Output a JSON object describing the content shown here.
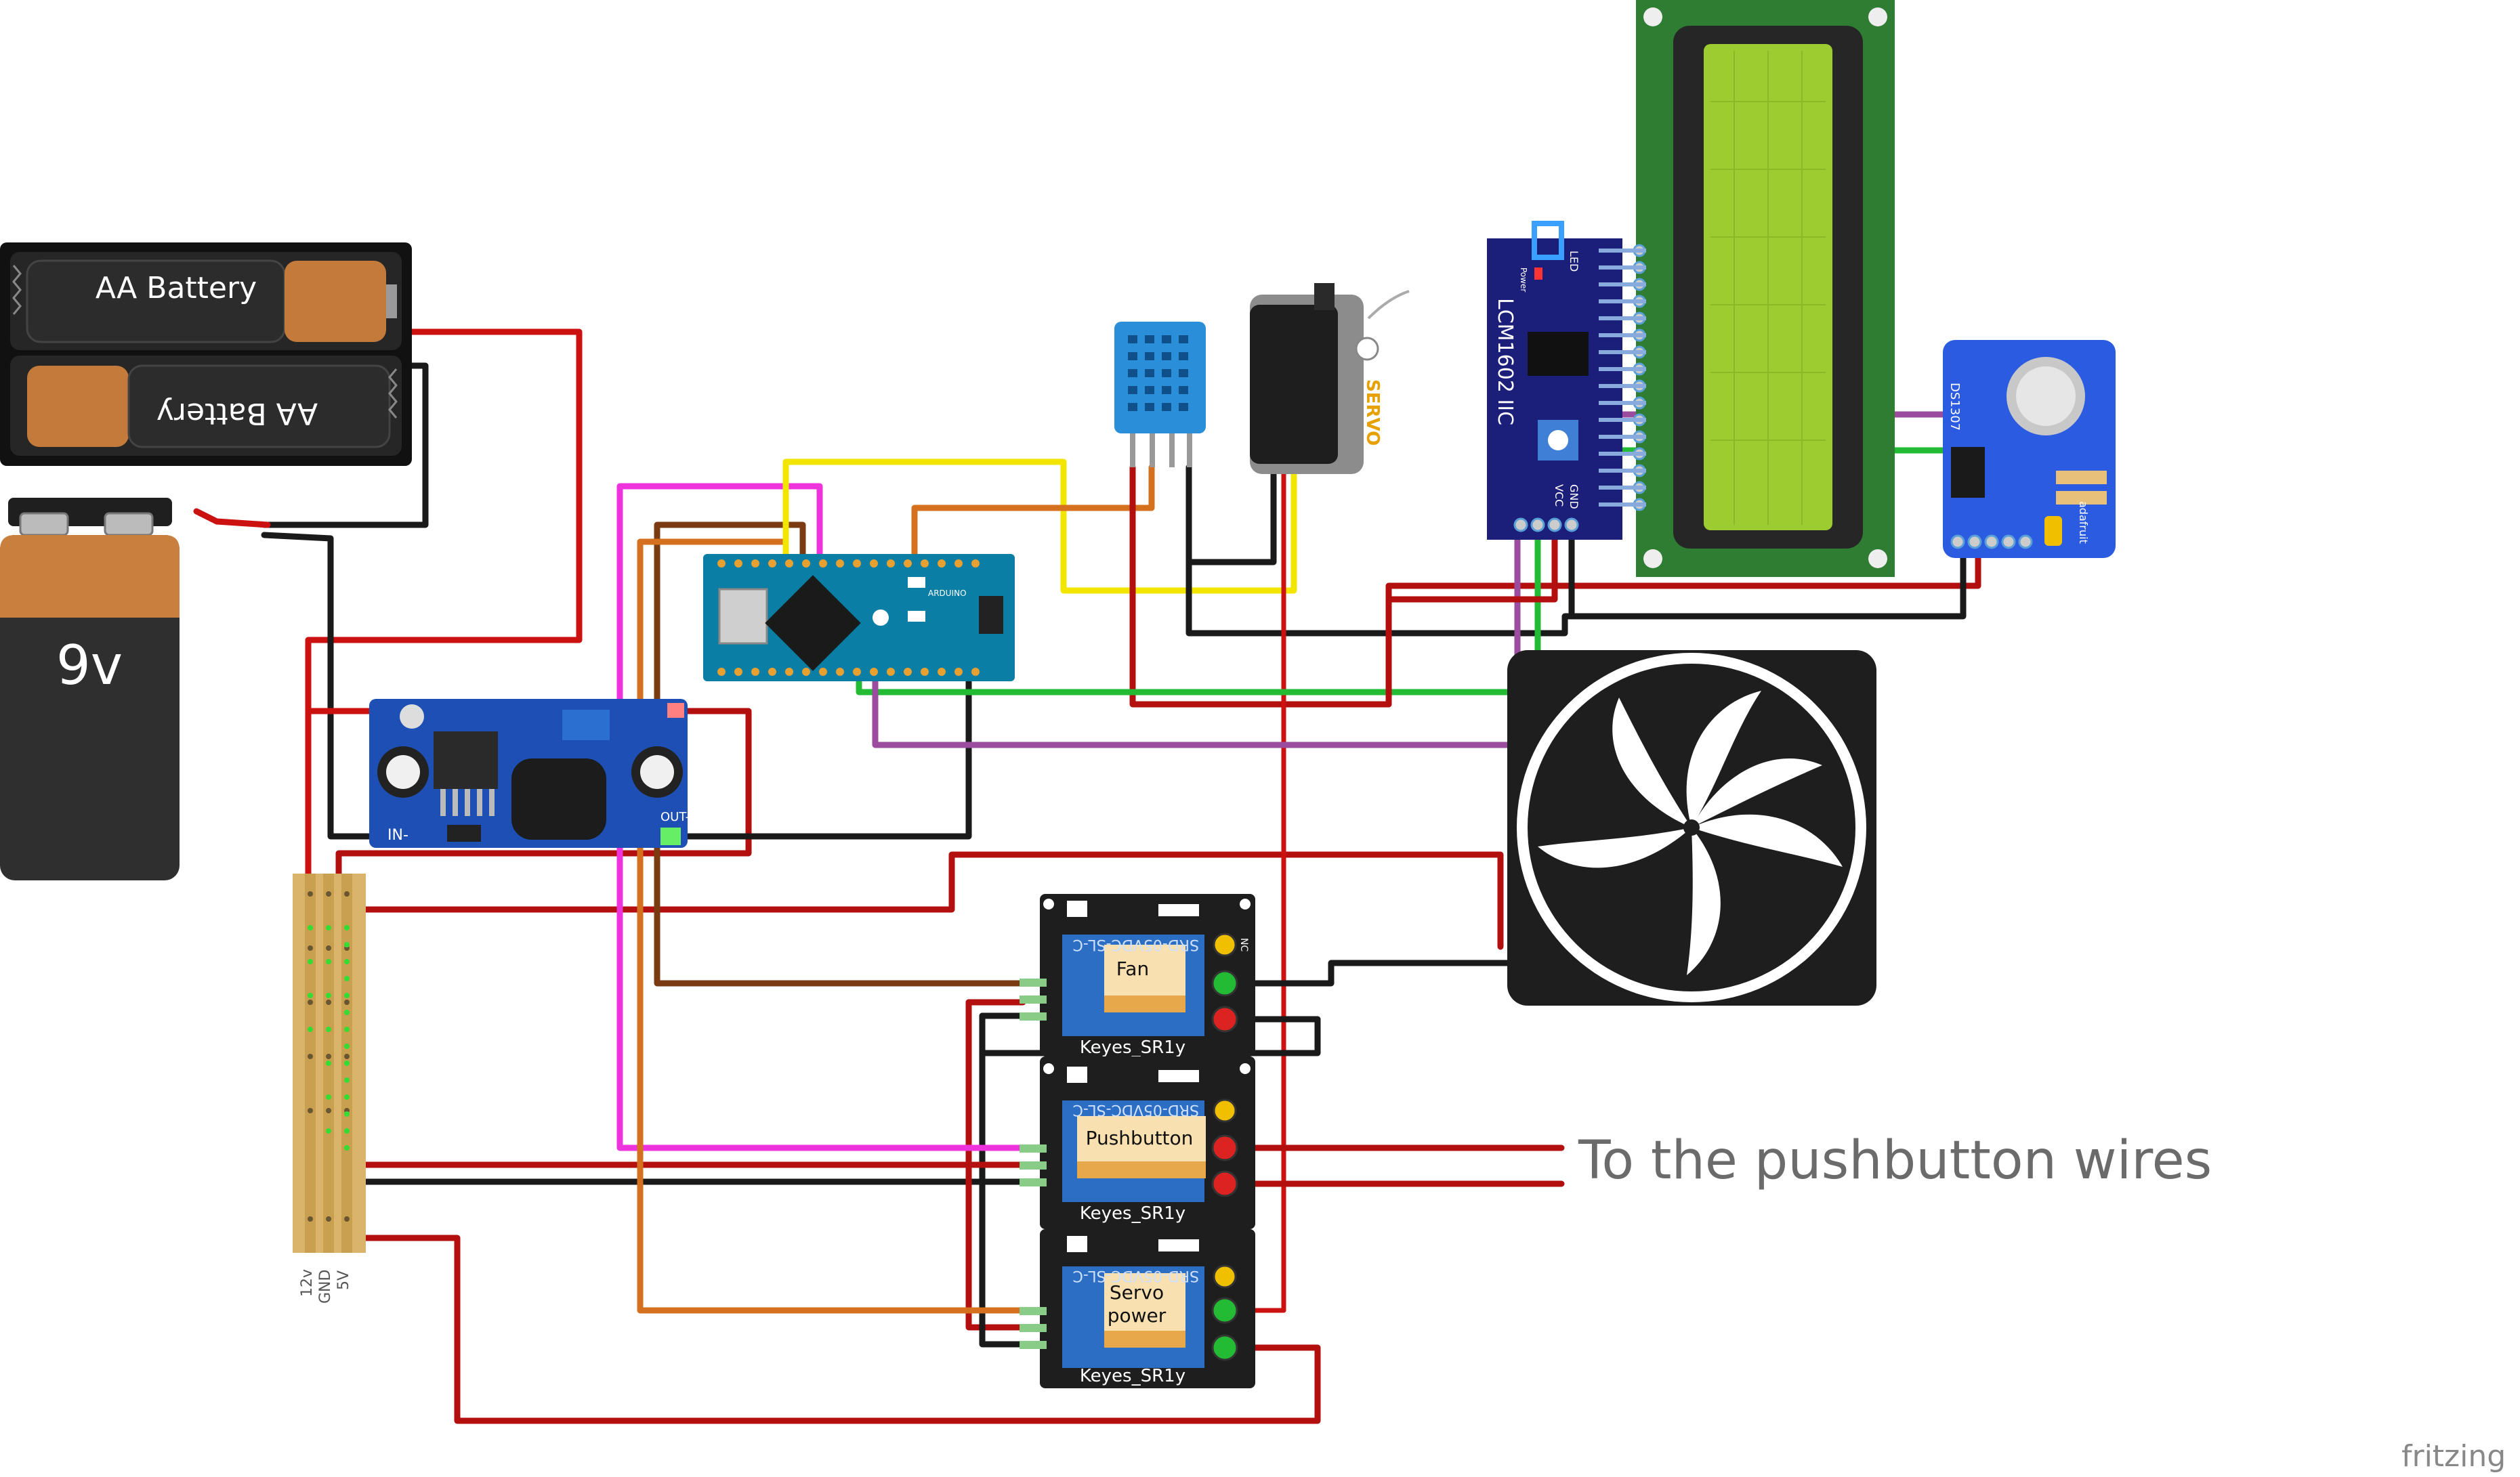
{
  "labels": {
    "battery_top": "AA Battery",
    "battery_bottom": "AA Battery",
    "battery_9v": "9v",
    "lcd_module": "LCM1602 IIC",
    "servo": "SERVO",
    "relay_fan": "Fan",
    "relay_pushbutton": "Pushbutton",
    "relay_servo_line1": "Servo",
    "relay_servo_line2": "power",
    "relay_model": "Keyes_SR1y",
    "relay_model2": "SRD-05VDC-SL-C",
    "stripboard_12v": "12v",
    "stripboard_gnd": "GND",
    "stripboard_5v": "5V",
    "buck_in": "IN-",
    "buck_out": "OUT-",
    "arduino_name": "ARDUINO",
    "rtc_brand": "adafruit",
    "rtc_name": "DS1307",
    "pushbutton_note": "To the pushbutton wires",
    "fritzing": "fritzing",
    "lcd_led": "LED",
    "lcd_gnd": "GND",
    "lcd_vcc": "VCC",
    "power": "Power",
    "relay_nc": "NC"
  },
  "colors": {
    "wire_red": "#cc1111",
    "wire_darkred": "#b30f0f",
    "wire_black": "#1a1a1a",
    "wire_yellow": "#f2e600",
    "wire_orange": "#d4701e",
    "wire_brown": "#7a3b12",
    "wire_pink": "#ee33dd",
    "wire_purple": "#9b4c9e",
    "wire_green": "#22bb33",
    "lcd_green": "#2e7d32",
    "lcd_screen": "#9ccc30",
    "relay_blue": "#2b6ec4",
    "arduino_teal": "#0a7ea4",
    "buck_blue": "#1d4fb5",
    "rtc_blue": "#2a5be0",
    "lcd_module_navy": "#1b1f7a"
  }
}
